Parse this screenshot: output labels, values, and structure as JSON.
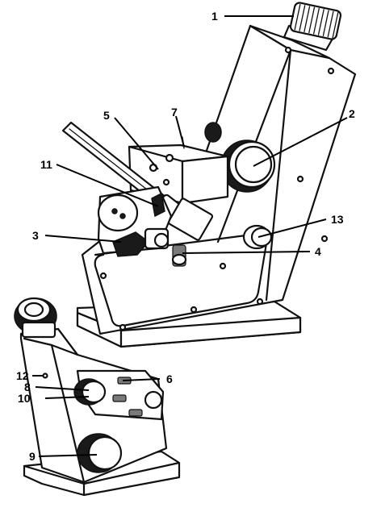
{
  "callouts": [
    {
      "id": "1",
      "text": "1"
    },
    {
      "id": "2",
      "text": "2"
    },
    {
      "id": "3",
      "text": "3"
    },
    {
      "id": "4",
      "text": "4"
    },
    {
      "id": "5",
      "text": "5"
    },
    {
      "id": "6",
      "text": "6"
    },
    {
      "id": "7",
      "text": "7"
    },
    {
      "id": "8",
      "text": "8"
    },
    {
      "id": "9",
      "text": "9"
    },
    {
      "id": "10",
      "text": "10"
    },
    {
      "id": "11",
      "text": "11"
    },
    {
      "id": "12",
      "text": "12"
    },
    {
      "id": "13",
      "text": "13"
    }
  ],
  "colors": {
    "ink": "#111111",
    "background": "#ffffff"
  }
}
